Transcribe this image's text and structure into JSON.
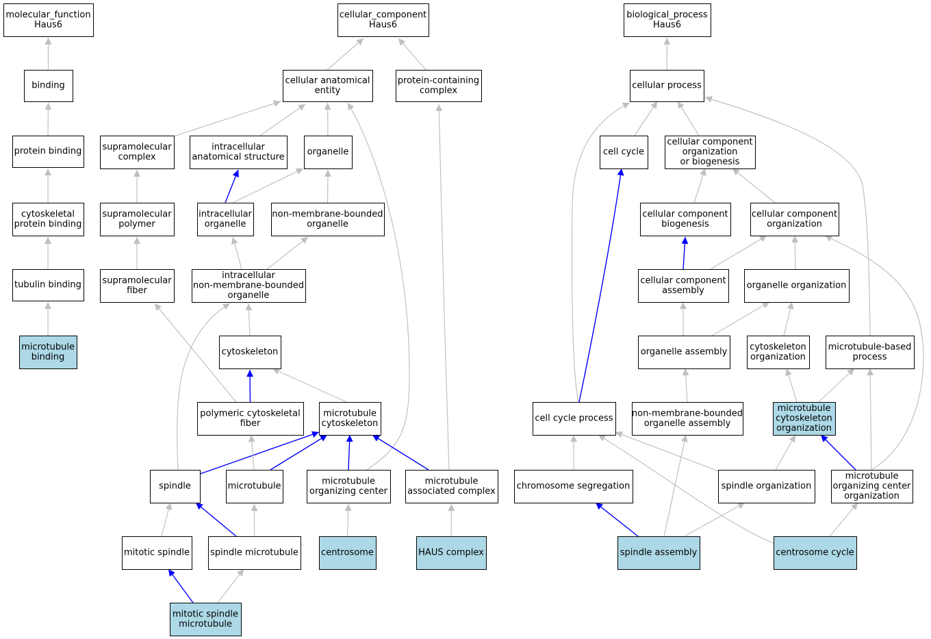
{
  "colors": {
    "node_fill": "#ffffff",
    "highlight_fill": "#add8e6",
    "edge_gray": "#c0c0c0",
    "edge_blue": "#0000ff",
    "border": "#000000"
  },
  "nodes": [
    {
      "id": "mf",
      "lines": [
        "molecular_function",
        "Haus6"
      ],
      "highlight": false
    },
    {
      "id": "binding",
      "lines": [
        "binding"
      ],
      "highlight": false
    },
    {
      "id": "protein_binding",
      "lines": [
        "protein binding"
      ],
      "highlight": false
    },
    {
      "id": "cyto_protein_binding",
      "lines": [
        "cytoskeletal",
        "protein binding"
      ],
      "highlight": false
    },
    {
      "id": "tubulin_binding",
      "lines": [
        "tubulin binding"
      ],
      "highlight": false
    },
    {
      "id": "mt_binding",
      "lines": [
        "microtubule",
        "binding"
      ],
      "highlight": true
    },
    {
      "id": "cc",
      "lines": [
        "cellular_component",
        "Haus6"
      ],
      "highlight": false
    },
    {
      "id": "cae",
      "lines": [
        "cellular anatomical",
        "entity"
      ],
      "highlight": false
    },
    {
      "id": "pcc",
      "lines": [
        "protein-containing",
        "complex"
      ],
      "highlight": false
    },
    {
      "id": "supra_complex",
      "lines": [
        "supramolecular",
        "complex"
      ],
      "highlight": false
    },
    {
      "id": "ias",
      "lines": [
        "intracellular",
        "anatomical structure"
      ],
      "highlight": false
    },
    {
      "id": "organelle",
      "lines": [
        "organelle"
      ],
      "highlight": false
    },
    {
      "id": "supra_polymer",
      "lines": [
        "supramolecular",
        "polymer"
      ],
      "highlight": false
    },
    {
      "id": "intra_org",
      "lines": [
        "intracellular",
        "organelle"
      ],
      "highlight": false
    },
    {
      "id": "nmbo",
      "lines": [
        "non-membrane-bounded",
        "organelle"
      ],
      "highlight": false
    },
    {
      "id": "supra_fiber",
      "lines": [
        "supramolecular",
        "fiber"
      ],
      "highlight": false
    },
    {
      "id": "inmbo",
      "lines": [
        "intracellular",
        "non-membrane-bounded",
        "organelle"
      ],
      "highlight": false
    },
    {
      "id": "cytoskeleton",
      "lines": [
        "cytoskeleton"
      ],
      "highlight": false
    },
    {
      "id": "poly_cyto_fiber",
      "lines": [
        "polymeric cytoskeletal",
        "fiber"
      ],
      "highlight": false
    },
    {
      "id": "mt_cyto",
      "lines": [
        "microtubule",
        "cytoskeleton"
      ],
      "highlight": false
    },
    {
      "id": "spindle",
      "lines": [
        "spindle"
      ],
      "highlight": false
    },
    {
      "id": "microtubule",
      "lines": [
        "microtubule"
      ],
      "highlight": false
    },
    {
      "id": "mtoc",
      "lines": [
        "microtubule",
        "organizing center"
      ],
      "highlight": false
    },
    {
      "id": "mt_assoc",
      "lines": [
        "microtubule",
        "associated complex"
      ],
      "highlight": false
    },
    {
      "id": "mitotic_spindle",
      "lines": [
        "mitotic spindle"
      ],
      "highlight": false
    },
    {
      "id": "spindle_mt",
      "lines": [
        "spindle microtubule"
      ],
      "highlight": false
    },
    {
      "id": "centrosome",
      "lines": [
        "centrosome"
      ],
      "highlight": true
    },
    {
      "id": "haus",
      "lines": [
        "HAUS complex"
      ],
      "highlight": true
    },
    {
      "id": "msm",
      "lines": [
        "mitotic spindle",
        "microtubule"
      ],
      "highlight": true
    },
    {
      "id": "bp",
      "lines": [
        "biological_process",
        "Haus6"
      ],
      "highlight": false
    },
    {
      "id": "cell_process",
      "lines": [
        "cellular process"
      ],
      "highlight": false
    },
    {
      "id": "cell_cycle",
      "lines": [
        "cell cycle"
      ],
      "highlight": false
    },
    {
      "id": "ccob",
      "lines": [
        "cellular component",
        "organization",
        "or biogenesis"
      ],
      "highlight": false
    },
    {
      "id": "ccb",
      "lines": [
        "cellular component",
        "biogenesis"
      ],
      "highlight": false
    },
    {
      "id": "cco",
      "lines": [
        "cellular component",
        "organization"
      ],
      "highlight": false
    },
    {
      "id": "cca",
      "lines": [
        "cellular component",
        "assembly"
      ],
      "highlight": false
    },
    {
      "id": "org_org",
      "lines": [
        "organelle organization"
      ],
      "highlight": false
    },
    {
      "id": "org_assembly",
      "lines": [
        "organelle assembly"
      ],
      "highlight": false
    },
    {
      "id": "cyto_org",
      "lines": [
        "cytoskeleton",
        "organization"
      ],
      "highlight": false
    },
    {
      "id": "mt_based",
      "lines": [
        "microtubule-based",
        "process"
      ],
      "highlight": false
    },
    {
      "id": "ccp",
      "lines": [
        "cell cycle process"
      ],
      "highlight": false
    },
    {
      "id": "nmboa",
      "lines": [
        "non-membrane-bounded",
        "organelle assembly"
      ],
      "highlight": false
    },
    {
      "id": "mtco",
      "lines": [
        "microtubule",
        "cytoskeleton",
        "organization"
      ],
      "highlight": true
    },
    {
      "id": "chrom_seg",
      "lines": [
        "chromosome segregation"
      ],
      "highlight": false
    },
    {
      "id": "spindle_org",
      "lines": [
        "spindle organization"
      ],
      "highlight": false
    },
    {
      "id": "mtoco",
      "lines": [
        "microtubule",
        "organizing center",
        "organization"
      ],
      "highlight": false
    },
    {
      "id": "spindle_assembly",
      "lines": [
        "spindle assembly"
      ],
      "highlight": true
    },
    {
      "id": "centrosome_cycle",
      "lines": [
        "centrosome cycle"
      ],
      "highlight": true
    }
  ],
  "edges": [
    {
      "from": "binding",
      "to": "mf",
      "color": "gray"
    },
    {
      "from": "protein_binding",
      "to": "binding",
      "color": "gray"
    },
    {
      "from": "cyto_protein_binding",
      "to": "protein_binding",
      "color": "gray"
    },
    {
      "from": "tubulin_binding",
      "to": "cyto_protein_binding",
      "color": "gray"
    },
    {
      "from": "mt_binding",
      "to": "tubulin_binding",
      "color": "gray"
    },
    {
      "from": "cae",
      "to": "cc",
      "color": "gray"
    },
    {
      "from": "pcc",
      "to": "cc",
      "color": "gray"
    },
    {
      "from": "supra_complex",
      "to": "cae",
      "color": "gray"
    },
    {
      "from": "ias",
      "to": "cae",
      "color": "gray"
    },
    {
      "from": "organelle",
      "to": "cae",
      "color": "gray"
    },
    {
      "from": "mtoc",
      "to": "cae",
      "color": "gray"
    },
    {
      "from": "mt_assoc",
      "to": "pcc",
      "color": "gray"
    },
    {
      "from": "supra_polymer",
      "to": "supra_complex",
      "color": "gray"
    },
    {
      "from": "intra_org",
      "to": "ias",
      "color": "blue"
    },
    {
      "from": "intra_org",
      "to": "organelle",
      "color": "gray"
    },
    {
      "from": "nmbo",
      "to": "organelle",
      "color": "gray"
    },
    {
      "from": "supra_fiber",
      "to": "supra_polymer",
      "color": "gray"
    },
    {
      "from": "inmbo",
      "to": "intra_org",
      "color": "gray"
    },
    {
      "from": "inmbo",
      "to": "nmbo",
      "color": "gray"
    },
    {
      "from": "cytoskeleton",
      "to": "inmbo",
      "color": "gray"
    },
    {
      "from": "spindle",
      "to": "inmbo",
      "color": "gray"
    },
    {
      "from": "poly_cyto_fiber",
      "to": "supra_fiber",
      "color": "gray"
    },
    {
      "from": "poly_cyto_fiber",
      "to": "cytoskeleton",
      "color": "blue"
    },
    {
      "from": "mt_cyto",
      "to": "cytoskeleton",
      "color": "gray"
    },
    {
      "from": "spindle",
      "to": "mt_cyto",
      "color": "blue"
    },
    {
      "from": "microtubule",
      "to": "mt_cyto",
      "color": "blue"
    },
    {
      "from": "mtoc",
      "to": "mt_cyto",
      "color": "blue"
    },
    {
      "from": "mt_assoc",
      "to": "mt_cyto",
      "color": "blue"
    },
    {
      "from": "microtubule",
      "to": "poly_cyto_fiber",
      "color": "gray"
    },
    {
      "from": "mitotic_spindle",
      "to": "spindle",
      "color": "gray"
    },
    {
      "from": "spindle_mt",
      "to": "spindle",
      "color": "blue"
    },
    {
      "from": "spindle_mt",
      "to": "microtubule",
      "color": "gray"
    },
    {
      "from": "centrosome",
      "to": "mtoc",
      "color": "gray"
    },
    {
      "from": "haus",
      "to": "mt_assoc",
      "color": "gray"
    },
    {
      "from": "msm",
      "to": "mitotic_spindle",
      "color": "blue"
    },
    {
      "from": "msm",
      "to": "spindle_mt",
      "color": "gray"
    },
    {
      "from": "cell_process",
      "to": "bp",
      "color": "gray"
    },
    {
      "from": "cell_cycle",
      "to": "cell_process",
      "color": "gray"
    },
    {
      "from": "ccob",
      "to": "cell_process",
      "color": "gray"
    },
    {
      "from": "ccp",
      "to": "cell_process",
      "color": "gray"
    },
    {
      "from": "mt_based",
      "to": "cell_process",
      "color": "gray"
    },
    {
      "from": "ccb",
      "to": "ccob",
      "color": "gray"
    },
    {
      "from": "cco",
      "to": "ccob",
      "color": "gray"
    },
    {
      "from": "cca",
      "to": "ccb",
      "color": "blue"
    },
    {
      "from": "cca",
      "to": "cco",
      "color": "gray"
    },
    {
      "from": "org_org",
      "to": "cco",
      "color": "gray"
    },
    {
      "from": "mtoco",
      "to": "cco",
      "color": "gray"
    },
    {
      "from": "org_assembly",
      "to": "cca",
      "color": "gray"
    },
    {
      "from": "org_assembly",
      "to": "org_org",
      "color": "gray"
    },
    {
      "from": "cyto_org",
      "to": "org_org",
      "color": "gray"
    },
    {
      "from": "nmboa",
      "to": "org_assembly",
      "color": "gray"
    },
    {
      "from": "mtco",
      "to": "cyto_org",
      "color": "gray"
    },
    {
      "from": "mtco",
      "to": "mt_based",
      "color": "gray"
    },
    {
      "from": "mtoco",
      "to": "mt_based",
      "color": "gray"
    },
    {
      "from": "ccp",
      "to": "cell_cycle",
      "color": "blue"
    },
    {
      "from": "chrom_seg",
      "to": "ccp",
      "color": "gray"
    },
    {
      "from": "spindle_org",
      "to": "ccp",
      "color": "gray"
    },
    {
      "from": "centrosome_cycle",
      "to": "ccp",
      "color": "gray"
    },
    {
      "from": "spindle_org",
      "to": "mtco",
      "color": "gray"
    },
    {
      "from": "mtoco",
      "to": "mtco",
      "color": "blue"
    },
    {
      "from": "spindle_assembly",
      "to": "chrom_seg",
      "color": "blue"
    },
    {
      "from": "spindle_assembly",
      "to": "nmboa",
      "color": "gray"
    },
    {
      "from": "spindle_assembly",
      "to": "spindle_org",
      "color": "gray"
    },
    {
      "from": "centrosome_cycle",
      "to": "mtoco",
      "color": "gray"
    }
  ]
}
